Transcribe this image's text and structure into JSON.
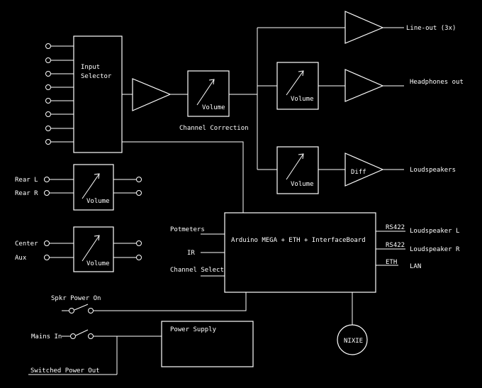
{
  "colors": {
    "background": "#000000",
    "foreground": "#ffffff"
  },
  "blocks": {
    "input_selector": {
      "line1": "Input",
      "line2": "Selector"
    },
    "channel_volume": "Volume",
    "channel_correction": "Channel Correction",
    "headphones_volume": "Volume",
    "loudspeakers_volume": "Volume",
    "rear_volume": "Volume",
    "center_volume": "Volume",
    "diff": "Diff",
    "controller": "Arduino MEGA + ETH + InterfaceBoard",
    "power_supply": "Power Supply",
    "nixie": "NIXIE"
  },
  "outputs": {
    "line_out": "Line-out (3x)",
    "headphones": "Headphones out",
    "loudspeakers": "Loudspeakers"
  },
  "inputs": {
    "rear_l": "Rear L",
    "rear_r": "Rear R",
    "center": "Center",
    "aux": "Aux"
  },
  "controller_inputs": {
    "potmeters": "Potmeters",
    "ir": "IR",
    "channel_select": "Channel Select"
  },
  "controller_outputs": {
    "rs422_a": "RS422",
    "loudspeaker_l": "Loudspeaker L",
    "rs422_b": "RS422",
    "loudspeaker_r": "Loudspeaker R",
    "eth": "ETH",
    "lan": "LAN"
  },
  "power": {
    "spkr_power_on": "Spkr Power On",
    "mains_in": "Mains In",
    "switched_power_out": "Switched Power Out"
  }
}
